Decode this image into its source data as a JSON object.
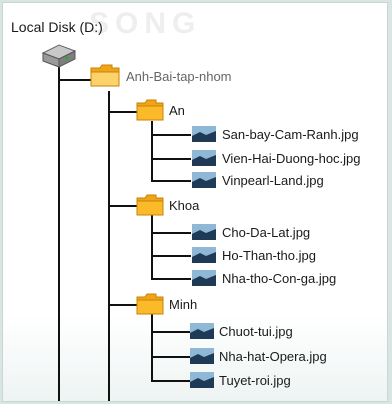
{
  "watermark": "SONG",
  "root": {
    "label": "Local Disk (D:)",
    "icon": "hard-drive-icon"
  },
  "main_folder": {
    "label": "Anh-Bai-tap-nhom",
    "icon": "folder-icon"
  },
  "subfolders": [
    {
      "label": "An",
      "files": [
        "San-bay-Cam-Ranh.jpg",
        "Vien-Hai-Duong-hoc.jpg",
        "Vinpearl-Land.jpg"
      ]
    },
    {
      "label": "Khoa",
      "files": [
        "Cho-Da-Lat.jpg",
        "Ho-Than-tho.jpg",
        "Nha-tho-Con-ga.jpg"
      ]
    },
    {
      "label": "Minh",
      "files": [
        "Chuot-tui.jpg",
        "Nha-hat-Opera.jpg",
        "Tuyet-roi.jpg"
      ]
    }
  ],
  "colors": {
    "folder": "#f0a418",
    "folder_light": "#fbd36a",
    "line": "#111111",
    "image_sky": "#3b6f9c",
    "image_ground": "#1f3a57"
  }
}
